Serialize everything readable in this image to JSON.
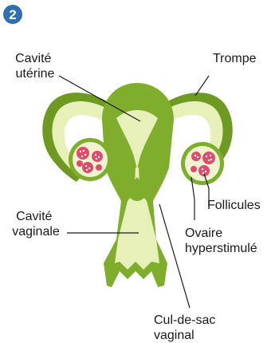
{
  "step_number": "2",
  "labels": {
    "cavite_uterine_line1": "Cavité",
    "cavite_uterine_line2": "utérine",
    "trompe": "Trompe",
    "follicules": "Follicules",
    "ovaire_line1": "Ovaire",
    "ovaire_line2": "hyperstimulé",
    "cavite_vaginale_line1": "Cavité",
    "cavite_vaginale_line2": "vaginale",
    "cul_de_sac_line1": "Cul-de-sac",
    "cul_de_sac_line2": "vaginal"
  },
  "colors": {
    "badge": "#2f6fb2",
    "uterus_dark": "#6f9a22",
    "uterus_mid": "#7fae2c",
    "lining_light": "#e6f0b8",
    "ovary_fill": "#eef4cf",
    "follicle_fill": "#e24a6b",
    "follicle_dot": "#ffffff"
  }
}
